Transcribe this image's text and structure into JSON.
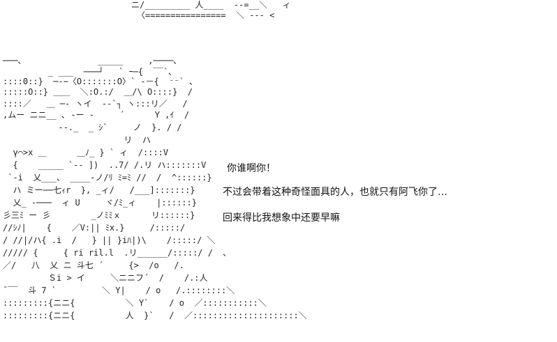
{
  "art": {
    "top": [
      "ニ/_________ 人____  ‐-=__＼   ィ",
      "〈================  ＼ --- <"
    ],
    "figure": [
      "───､               _____     ,────､",
      "         _ ___  ───┘   ` ｰ─{  ‾‾`､",
      "::::0::}  ─‐−〈O:::::::O〉` ‐－{  ⁻⁻` ､",
      ":::::O::} ＿＿  ＼:O.:/  ＿/\\ O::::}  /",
      "::::／   ＿ ─‐ ヽイ  --`┐ ヽ:::リ／   /",
      ",ムー ニニ__ ､ -ー ‐     ´      Y ,ｲ  /",
      "           ‐-._  _ ｼ`     ノ  }. / /",
      "                        リ  ハ",
      "  γ⌒>x ＿      ＿ﾉ_ } ` ィ  /::::V",
      "  {    _____ `-‐ ])  ..7/ /.リ ハ:::::::V",
      " `-i  乂___、 ____‐ノ/ﾘ ﾐ=ﾐ //  /  ^::::::}",
      "  ハ ミー──七ｨr  }, _ィ/   /___]:::::::}",
      "  乂_ ‐───  ィ U     ヾ/ﾐ_ィ    |::::::}",
      "彡三ﾐ ー 彡        _ノﾐﾐｘ      リ::::::}",
      "//ｼﾉ|    {    ／V:|| ﾐx.}     /:::::/",
      "/ //|/ハ{ .i  /   } || }iﾊ|)\\    /:::::/ ＼",
      "///// {     { ri ril.l  .リ______/:::::/ /  ､",
      "／/   八  乂 ニ 斗七 ´     {>  /o   /.",
      "         Ｓi > イ     ＼ニニフ´  /    /.:人",
      "¯‾‾  斗 7 `         ＼ Y|    / o   /.::::::::＼",
      ":::::::::{ニニ{          ＼ Y`    / o  ／:::::::::::＼",
      ":::::::::{ニニ{          人  }`   /  ／:::::::::::::::::::::＼"
    ]
  },
  "dialog": [
    "你谁啊你！",
    "不过会带着这种奇怪面具的人，也就只有阿飞你了…",
    "回来得比我想象中还要早嘛"
  ]
}
